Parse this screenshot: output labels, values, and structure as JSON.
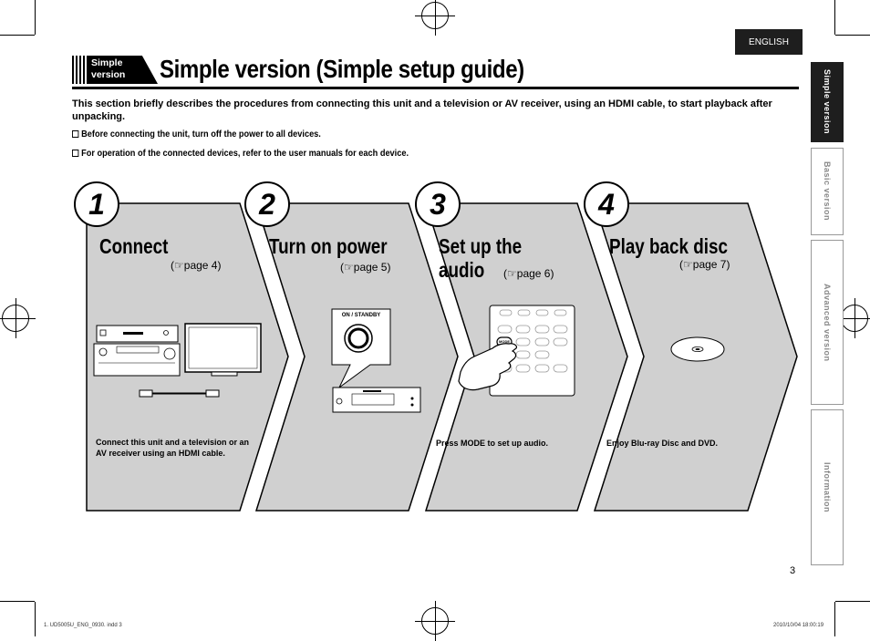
{
  "header": {
    "language": "ENGLISH",
    "section_tag_line1": "Simple",
    "section_tag_line2": "version",
    "title": "Simple version (Simple setup guide)"
  },
  "intro": "This section briefly describes the procedures from connecting this unit and a television or AV receiver, using an HDMI cable, to start playback after unpacking.",
  "notes": [
    "Before connecting the unit, turn off the power to all devices.",
    "For operation of the connected devices, refer to the user manuals for each device."
  ],
  "steps": [
    {
      "number": "1",
      "title": "Connect",
      "page_ref": "page 4)",
      "description": "Connect this unit and a television or an AV receiver using an HDMI cable."
    },
    {
      "number": "2",
      "title": "Turn on power",
      "page_ref": "page 5)",
      "description": "",
      "button_label": "ON / STANDBY"
    },
    {
      "number": "3",
      "title_line1": "Set up the",
      "title_line2": "audio",
      "page_ref": "page 6)",
      "description": "Press MODE to set up audio.",
      "button_label": "MODE"
    },
    {
      "number": "4",
      "title": "Play back disc",
      "page_ref": "page 7)",
      "description": "Enjoy Blu-ray Disc and DVD."
    }
  ],
  "side_tabs": [
    {
      "label": "Simple version",
      "active": true
    },
    {
      "label": "Basic version",
      "active": false
    },
    {
      "label": "Advanced version",
      "active": false
    },
    {
      "label": "Information",
      "active": false
    }
  ],
  "page_number": "3",
  "footer": {
    "file": "1. UD5005U_ENG_0930. indd   3",
    "timestamp": "2010/10/04   18:00:19"
  },
  "colors": {
    "panel": "#d0d0d0",
    "dark": "#1e1e1e"
  }
}
